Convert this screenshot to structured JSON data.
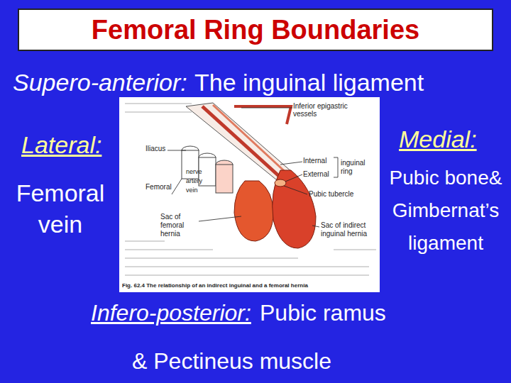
{
  "diagram": {
    "nodes": [
      {
        "text": [
          "Femoral Ring Boundaries"
        ]
      }
    ],
    "labels": [
      "Supero-anterior:",
      "The inguinal ligament",
      "Lateral:",
      "Femoral vein",
      "Medial:",
      "Pubic bone& Gimbernat’s ligament",
      "Infero-posterior:",
      "Pubic ramus",
      "& Pectineus muscle",
      "Inferior epigastric vessels",
      "Iliacus",
      "Internal",
      "External",
      "inguinal ring",
      "Femoral",
      "nerve",
      "artery",
      "vein",
      "Pubic tubercle",
      "Sac of femoral hernia",
      "Sac of indirect inguinal hernia",
      "Fig. 62.4 The relationship of an indirect inguinal and a femoral hernia"
    ]
  }
}
